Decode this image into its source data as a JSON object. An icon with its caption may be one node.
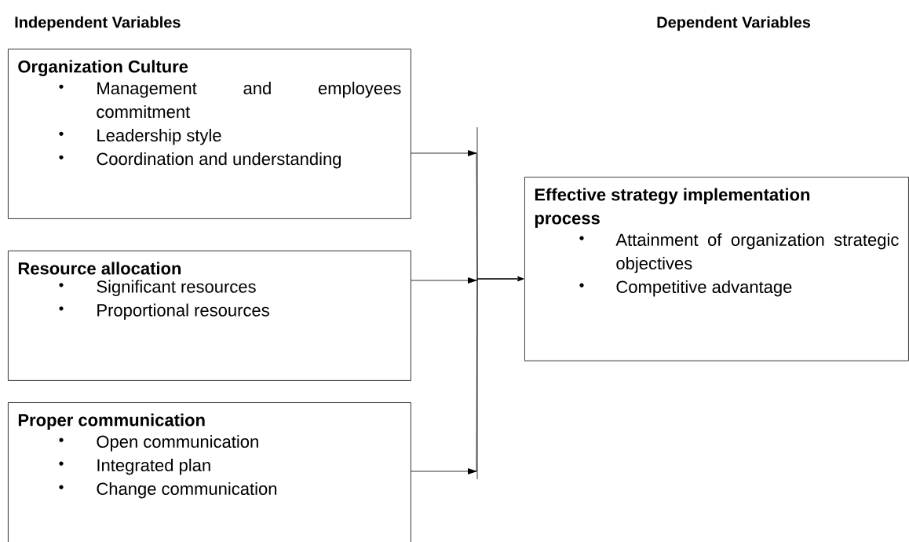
{
  "diagram": {
    "nodes": [
      {
        "text": [
          "Organization Culture",
          "Management and employees commitment",
          "Leadership style",
          "Coordination and understanding"
        ]
      },
      {
        "text": [
          "Resource allocation",
          "Significant resources",
          "Proportional resources"
        ]
      },
      {
        "text": [
          "Proper communication",
          "Open communication",
          "Integrated plan",
          "Change communication"
        ]
      },
      {
        "text": [
          "Effective strategy implementation process",
          "Attainment of organization strategic objectives",
          "Competitive advantage"
        ]
      }
    ],
    "edges": [
      {
        "from": 0,
        "to": 3,
        "arrow": "to"
      },
      {
        "from": 1,
        "to": 3,
        "arrow": "to"
      },
      {
        "from": 2,
        "to": 3,
        "arrow": "to"
      }
    ],
    "labels": [
      "Independent Variables",
      "Dependent Variables"
    ]
  }
}
